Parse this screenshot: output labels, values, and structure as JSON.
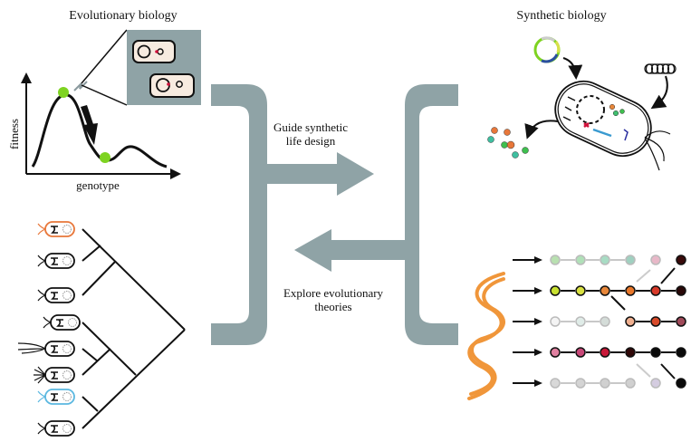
{
  "left_panel": {
    "title": "Evolutionary biology",
    "fitness_plot": {
      "ylabel": "fitness",
      "xlabel": "genotype",
      "peak_marker_color": "#7ed321",
      "valley_marker_color": "#7ed321"
    },
    "inset_cells": {
      "background": "#8fa3a6",
      "cell_fill": "#f7ebe0",
      "mutation_color": "#d0103a"
    },
    "phylogeny": {
      "leaf_count": 8,
      "highlight_colors": {
        "orange": "#e8773a",
        "blue": "#5bb8e0"
      }
    }
  },
  "right_panel": {
    "title": "Synthetic biology",
    "plasmid_colors": [
      "#7ed321",
      "#d9e04a",
      "#2b4fa0",
      "#cccccc"
    ],
    "molecule_colors": {
      "orange": "#e8773a",
      "green": "#3fbf4f",
      "teal": "#3fbfa0"
    },
    "dna_color": "#f0963a",
    "lineage_rows": [
      {
        "faded": true,
        "colors": [
          "#b8e0b0",
          "#b0e0b8",
          "#a8dcc4",
          "#a0d0c0",
          "#e8b8c8",
          "#3a0a0a"
        ]
      },
      {
        "faded": false,
        "colors": [
          "#c8e030",
          "#d8e040",
          "#e8873a",
          "#e8772a",
          "#d83a2a",
          "#2a0808"
        ]
      },
      {
        "faded": true,
        "colors": [
          "#f4f4f4",
          "#e0ece8",
          "#d4dcd8",
          "#f0b090",
          "#d84a2a",
          "#a04a5a"
        ]
      },
      {
        "faded": false,
        "colors": [
          "#e080a0",
          "#c84878",
          "#c81838",
          "#300808",
          "#0a0a0a",
          "#0a0a0a"
        ]
      },
      {
        "faded": true,
        "colors": [
          "#d8d8d8",
          "#d4d4d4",
          "#d0d0d0",
          "#d0d0d0",
          "#d4cce0",
          "#0a0a0a"
        ]
      }
    ]
  },
  "center": {
    "bracket_color": "#8fa3a6",
    "forward_label_line1": "Guide synthetic",
    "forward_label_line2": "life design",
    "backward_label_line1": "Explore evolutionary",
    "backward_label_line2": "theories"
  }
}
